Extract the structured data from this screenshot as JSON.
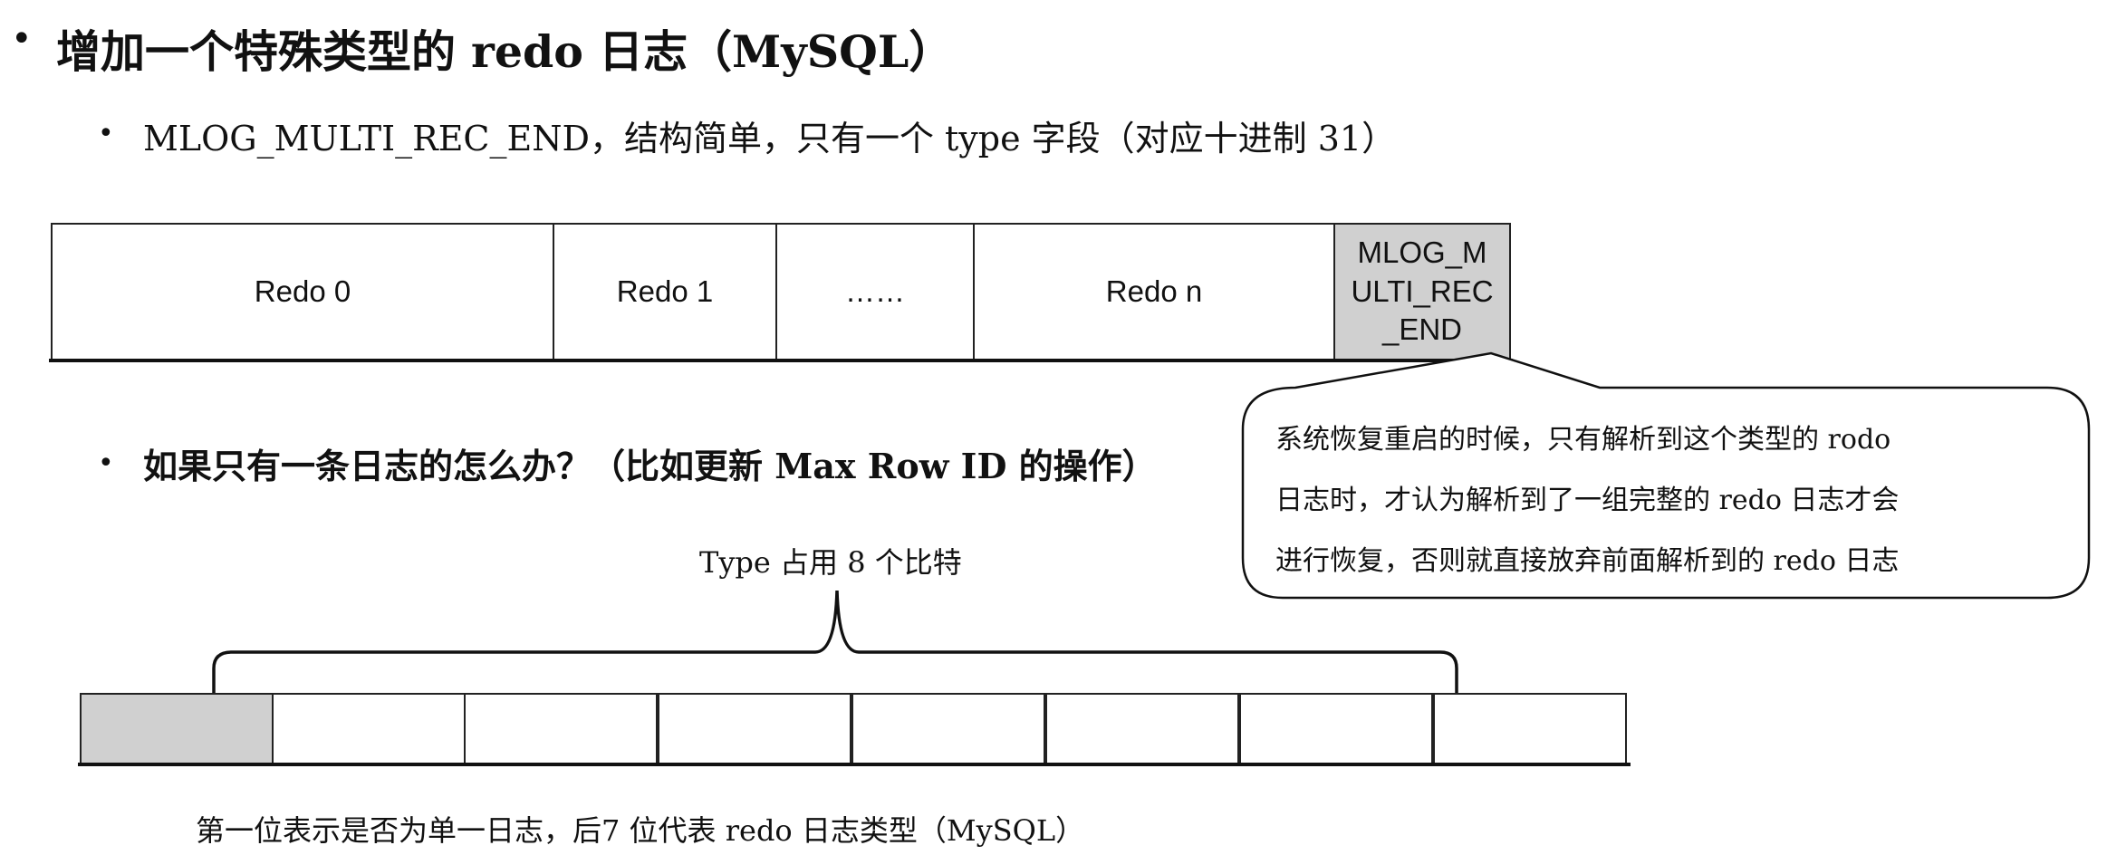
{
  "heading": {
    "bullet": "•",
    "text": "增加一个特殊类型的 redo 日志（MySQL）"
  },
  "sub1": {
    "bullet": "•",
    "text": "MLOG_MULTI_REC_END，结构简单，只有一个 type 字段（对应十进制 31）"
  },
  "redo_row": {
    "cells": [
      "Redo 0",
      "Redo 1",
      "……",
      "Redo n"
    ],
    "last_lines": [
      "MLOG_M",
      "ULTI_REC",
      "_END"
    ]
  },
  "callout": {
    "lines": [
      "系统恢复重启的时候，只有解析到这个类型的 rodo",
      "日志时，才认为解析到了一组完整的 redo 日志才会",
      "进行恢复，否则就直接放弃前面解析到的 redo 日志"
    ]
  },
  "sub2": {
    "bullet": "•",
    "text": "如果只有一条日志的怎么办？（比如更新 Max Row ID 的操作）"
  },
  "bits": {
    "brace_label": "Type 占用 8 个比特",
    "count": 8,
    "caption": "第一位表示是否为单一日志，后7 位代表 redo 日志类型（MySQL）"
  },
  "colors": {
    "shaded": "#d0d0d0",
    "line": "#111111"
  }
}
